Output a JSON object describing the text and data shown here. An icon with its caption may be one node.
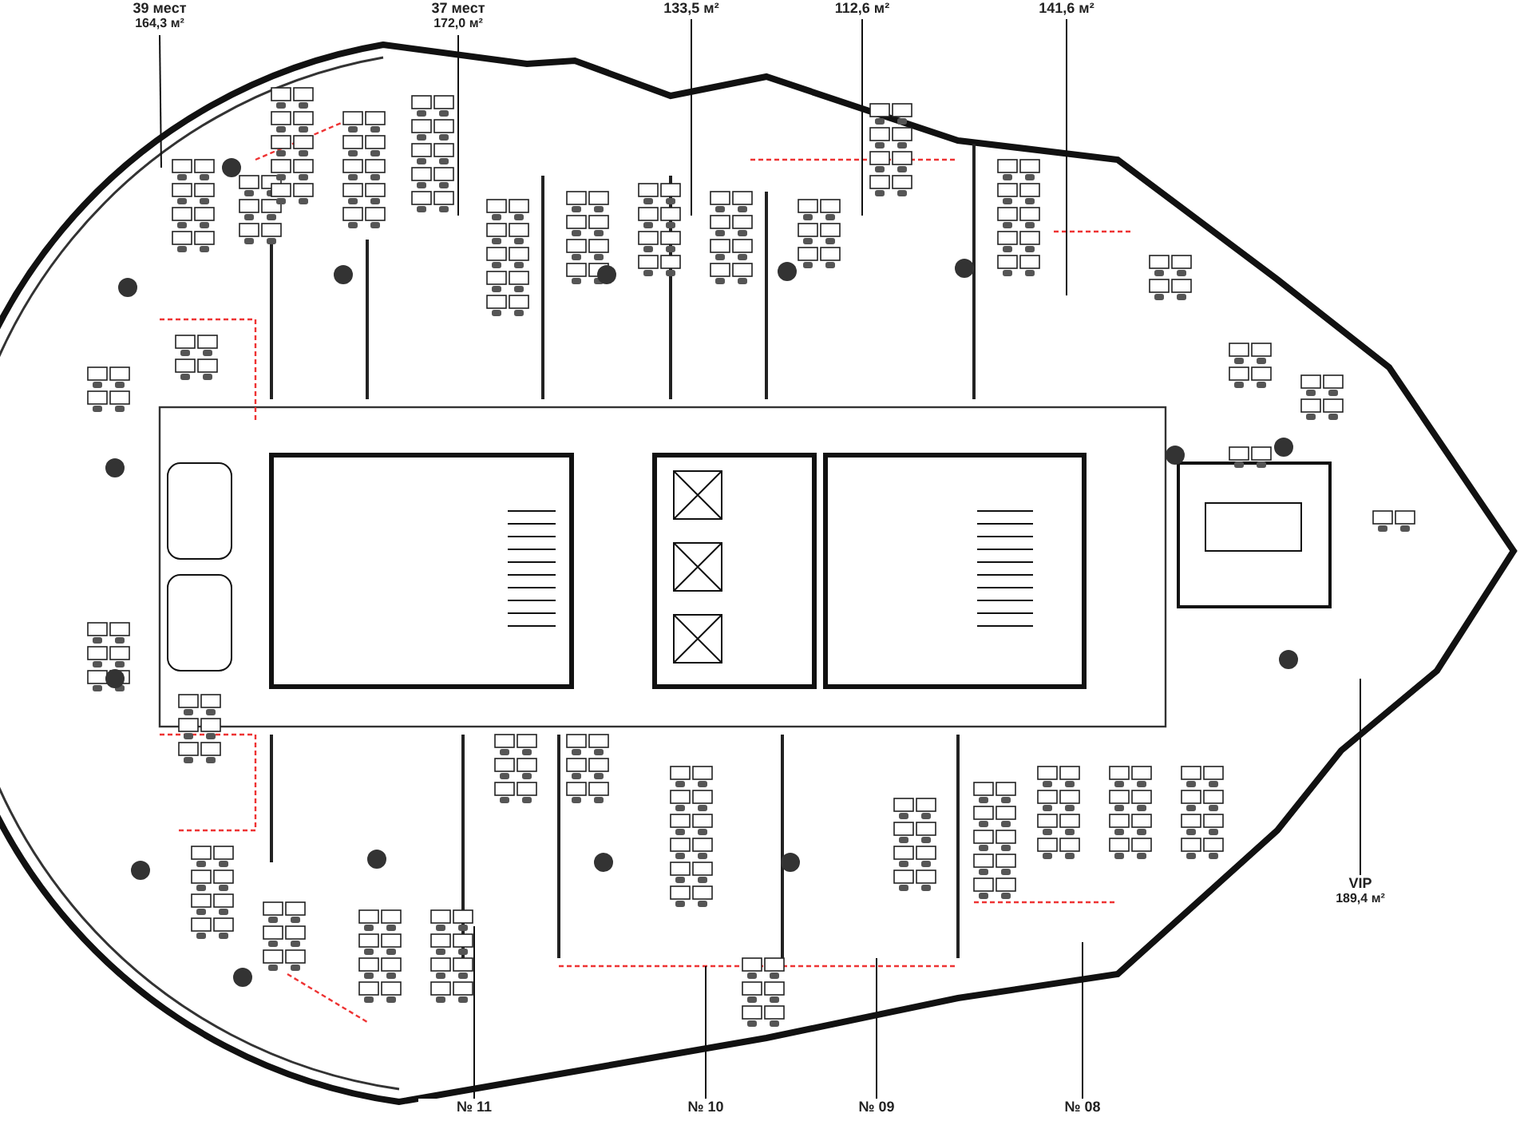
{
  "diagram": {
    "nodes": [
      {
        "text": [
          "39 мест",
          "164,3 м²"
        ]
      },
      {
        "text": [
          "37 мест",
          "172,0 м²"
        ]
      },
      {
        "text": [
          "133,5 м²"
        ]
      },
      {
        "text": [
          "112,6 м²"
        ]
      },
      {
        "text": [
          "141,6 м²"
        ]
      },
      {
        "text": [
          "VIP",
          "189,4 м²"
        ]
      },
      {
        "text": [
          "№ 11"
        ]
      },
      {
        "text": [
          "№ 10"
        ]
      },
      {
        "text": [
          "№ 09"
        ]
      },
      {
        "text": [
          "№ 08"
        ]
      }
    ],
    "edges": [
      {
        "from": 0,
        "to": null,
        "arrow": "none"
      },
      {
        "from": 1,
        "to": null,
        "arrow": "none"
      },
      {
        "from": 2,
        "to": null,
        "arrow": "none"
      },
      {
        "from": 3,
        "to": null,
        "arrow": "none"
      },
      {
        "from": 4,
        "to": null,
        "arrow": "none"
      },
      {
        "from": 5,
        "to": null,
        "arrow": "none"
      },
      {
        "from": 6,
        "to": null,
        "arrow": "none"
      },
      {
        "from": 7,
        "to": null,
        "arrow": "none"
      },
      {
        "from": 8,
        "to": null,
        "arrow": "none"
      },
      {
        "from": 9,
        "to": null,
        "arrow": "none"
      }
    ]
  }
}
